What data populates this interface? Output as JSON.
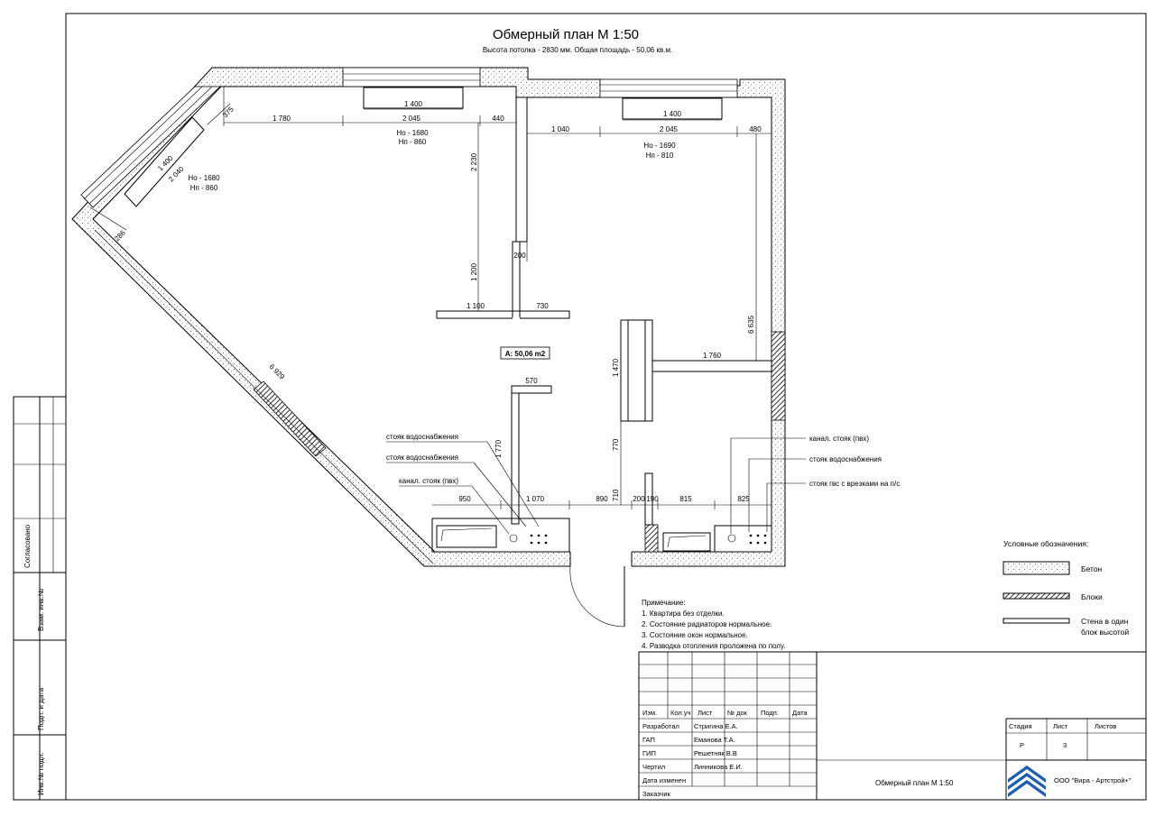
{
  "title": "Обмерный план М 1:50",
  "subtitle": "Высота потолка - 2830 мм. Общая площадь - 50,06 кв.м.",
  "area_label": "А: 50,06 m2",
  "dims": {
    "d375": "375",
    "d1780": "1 780",
    "d2045a": "2 045",
    "d440": "440",
    "d1400a": "1 400",
    "d1400b": "1 400",
    "d1400c": "1 400",
    "d1040": "1 040",
    "d2045b": "2 045",
    "d480": "480",
    "d2040": "2 040",
    "d2230": "2 230",
    "d286": "286",
    "d200a": "200",
    "d1200": "1 200",
    "d1100": "1 100",
    "d730": "730",
    "d6635": "6 635",
    "d6929": "6 929",
    "d1760": "1 760",
    "d1470": "1 470",
    "d570": "570",
    "d1770": "1 770",
    "d770": "770",
    "d950": "950",
    "d1070": "1 070",
    "d890": "890",
    "d710": "710",
    "d200b": "200",
    "d190": "190",
    "d815": "815",
    "d825": "825"
  },
  "windows": {
    "w1_ho": "Нo - 1680",
    "w1_hp": "Нп - 860",
    "w2_ho": "Нo - 1680",
    "w2_hp": "Нп - 860",
    "w3_ho": "Нo - 1690",
    "w3_hp": "Нп - 810"
  },
  "callouts": {
    "left_water1": "стояк водоснабжения",
    "left_water2": "стояк водоснабжения",
    "left_vent": "канал. стояк (пвх)",
    "right_vent": "канал. стояк (пвх)",
    "right_water": "стояк водоснабжения",
    "right_gvs": "стояк гвс с врезками на п/с"
  },
  "notes": {
    "header": "Примечание:",
    "n1": "1. Квартира без отделки.",
    "n2": "2. Состояние радиаторов нормальное.",
    "n3": "3. Состояние окон нормальное.",
    "n4": "4. Разводка отопления проложена по полу."
  },
  "legend": {
    "title": "Условные обозначения:",
    "concrete": "Бетон",
    "blocks": "Блоки",
    "wall1": "Стена в один",
    "wall2": "блок высотой"
  },
  "side_stamps": {
    "agreed": "Согласовано",
    "vzam": "Взам. инв.№",
    "podp": "Подп. и дата",
    "inv": "Инв.№ подл."
  },
  "stamp": {
    "col_izm": "Изм.",
    "col_kol": "Кол.уч",
    "col_list": "Лист",
    "col_ndok": "№ док",
    "col_podp": "Подп.",
    "col_data": "Дата",
    "r1_role": "Разработал",
    "r1_name": "Стригина Е.А.",
    "r2_role": "ГАП",
    "r2_name": "Еманова Т.А.",
    "r3_role": "ГИП",
    "r3_name": "Решетняк В.В",
    "r4_role": "Чертил",
    "r4_name": "Линникова Е.И.",
    "r5_role": "Дата изменен",
    "r6_role": "Заказчик",
    "sheet_title": "Обмерный план М 1:50",
    "stage_h": "Стадия",
    "list_h": "Лист",
    "lists_h": "Листов",
    "stage_v": "Р",
    "list_v": "3",
    "company": "ООО \"Вира - Артстрой+\""
  }
}
